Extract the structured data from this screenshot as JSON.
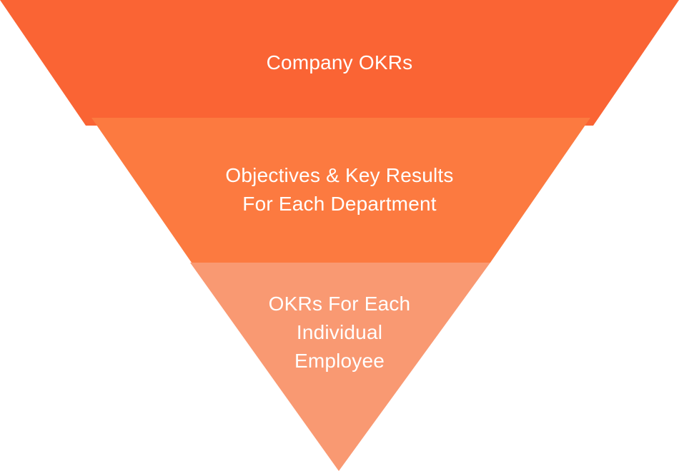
{
  "pyramid": {
    "tiers": [
      {
        "lines": [
          "Company OKRs"
        ],
        "color": "#fa6434"
      },
      {
        "lines": [
          "Objectives & Key Results",
          "For Each Department"
        ],
        "color": "#fc7a40"
      },
      {
        "lines": [
          "OKRs For Each",
          "Individual",
          "Employee"
        ],
        "color": "#f99972"
      }
    ]
  }
}
